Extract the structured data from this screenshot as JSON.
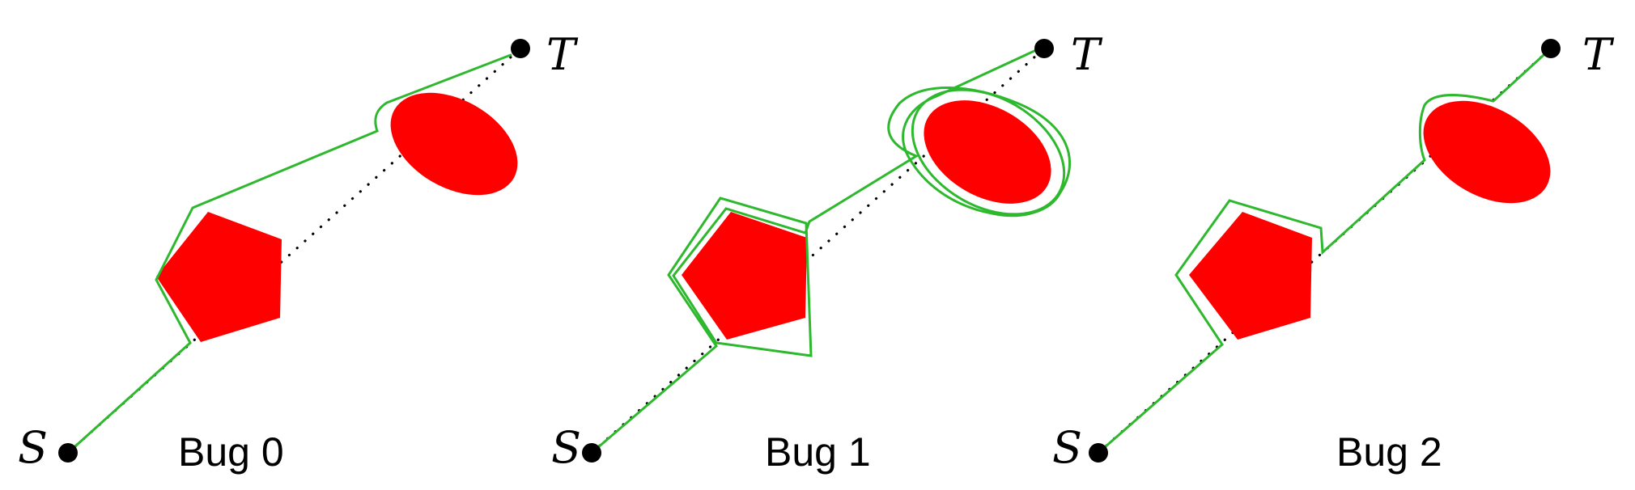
{
  "panels": [
    {
      "start_label": "S",
      "target_label": "T",
      "caption": "Bug 0"
    },
    {
      "start_label": "S",
      "target_label": "T",
      "caption": "Bug 1"
    },
    {
      "start_label": "S",
      "target_label": "T",
      "caption": "Bug 2"
    }
  ],
  "colors": {
    "obstacle": "#ff0000",
    "path": "#2db82d",
    "m_line": "#000000"
  }
}
